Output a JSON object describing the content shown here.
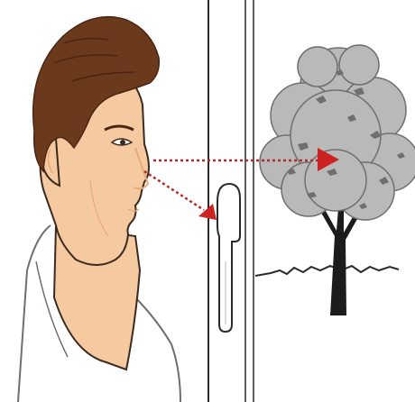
{
  "figure": {
    "kind": "illustration",
    "subjects": [
      "person",
      "window",
      "door-handle",
      "tree"
    ],
    "sight_lines": [
      {
        "from": "eye",
        "to": "door-handle",
        "style": "dotted",
        "arrow": "triangle"
      },
      {
        "from": "eye",
        "to": "tree",
        "style": "dotted",
        "arrow": "triangle"
      }
    ]
  },
  "colors": {
    "background": "#ffffff",
    "skin": "#f6caa0",
    "skin_shadow": "#e8a97c",
    "hair": "#6b3a1c",
    "hair_dark": "#4a2612",
    "outline": "#3a2a20",
    "frame_line": "#2a2a2a",
    "handle_fill": "#ffffff",
    "tree_canopy": "#b9b9b9",
    "tree_canopy_dark": "#6f6f6f",
    "tree_trunk": "#1c1c1c",
    "ground": "#2b2b2b",
    "sight_line": "#b22a2a",
    "arrow_head": "#cc2222"
  }
}
